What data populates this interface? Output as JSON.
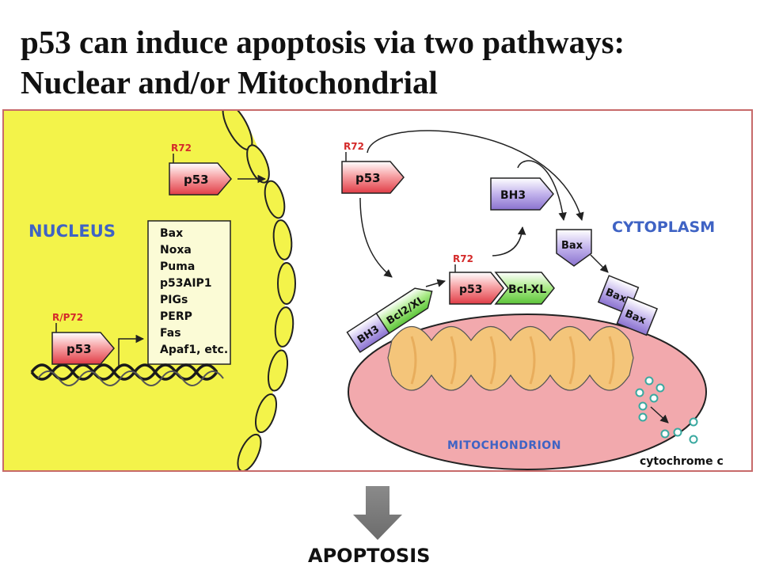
{
  "slide": {
    "title_line1": "p53 can induce apoptosis via two pathways:",
    "title_line2": "Nuclear and/or Mitochondrial"
  },
  "diagram": {
    "nucleus_label": "NUCLEUS",
    "cytoplasm_label": "CYTOPLASM",
    "mitochondrion_label": "MITOCHONDRION",
    "cytochrome_label": "cytochrome c",
    "apoptosis_label": "APOPTOSIS",
    "nuclear_p53": {
      "variant": "R72",
      "label": "p53"
    },
    "dna_p53": {
      "variant": "R/P72",
      "label": "p53"
    },
    "cyto_p53": {
      "variant": "R72",
      "label": "p53"
    },
    "mito_p53": {
      "variant": "R72",
      "label": "p53",
      "partner": "Bcl-XL"
    },
    "target_genes": [
      "Bax",
      "Noxa",
      "Puma",
      "p53AIP1",
      "PIGs",
      "PERP",
      "Fas",
      "Apaf1, etc."
    ],
    "bh3_label": "BH3",
    "bcl2_label": "Bcl2/XL",
    "bh3_complex_label": "BH3",
    "bax_label": "Bax",
    "bax_dimer": [
      "Bax",
      "Bax"
    ],
    "colors": {
      "nucleus": "#f3f34a",
      "border": "#c76a6a",
      "mito_outer": "#f2a9ad",
      "mito_inner": "#f4c57a",
      "p53_red": "#e8474f",
      "bcl_green": "#7ed957",
      "bh3_purple": "#9e88d8",
      "label_blue": "#3f63c4"
    }
  }
}
